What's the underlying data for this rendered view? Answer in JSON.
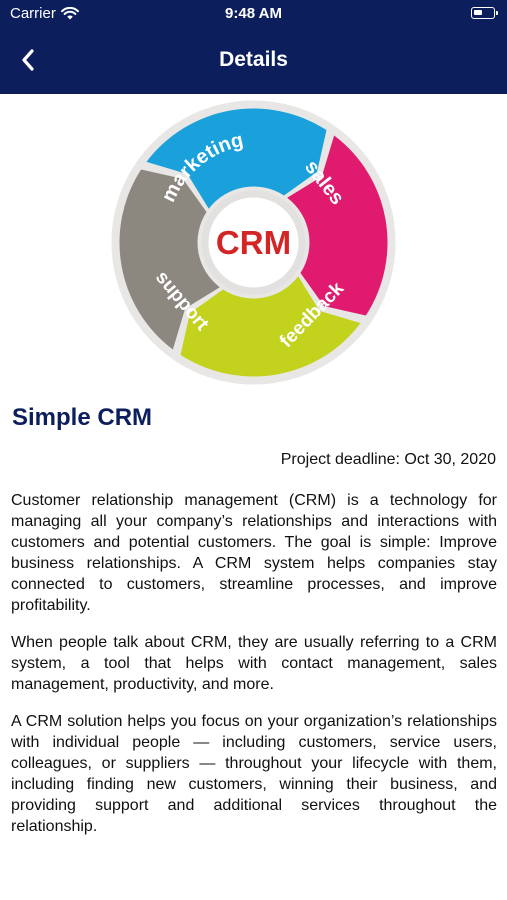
{
  "status": {
    "carrier": "Carrier",
    "time": "9:48 AM"
  },
  "nav": {
    "title": "Details"
  },
  "hero": {
    "center_label": "CRM",
    "segments": [
      {
        "label": "marketing",
        "color": "#1aa1dc"
      },
      {
        "label": "sales",
        "color": "#e01a6e"
      },
      {
        "label": "feedback",
        "color": "#c3d21c"
      },
      {
        "label": "support",
        "color": "#8c8880"
      }
    ],
    "center_color": "#d32525"
  },
  "project": {
    "name": "Simple CRM",
    "deadline": "Project deadline: Oct 30, 2020",
    "paragraphs": [
      "Customer relationship management (CRM) is a technology for managing all your company’s relationships and interactions with customers and potential customers. The goal is simple: Improve business relationships. A CRM system helps companies stay connected to customers, streamline processes, and improve profitability.",
      "When people talk about CRM, they are usually referring to a CRM system, a tool that helps with contact management, sales management, productivity, and more.",
      "A CRM solution helps you focus on your organization’s relationships with individual people — including customers, service users, colleagues, or suppliers — throughout your lifecycle with them, including finding new customers, winning their business, and providing support and additional services throughout the relationship."
    ]
  },
  "colors": {
    "nav_bg": "#0c1f5c",
    "title": "#0c1f5c"
  }
}
